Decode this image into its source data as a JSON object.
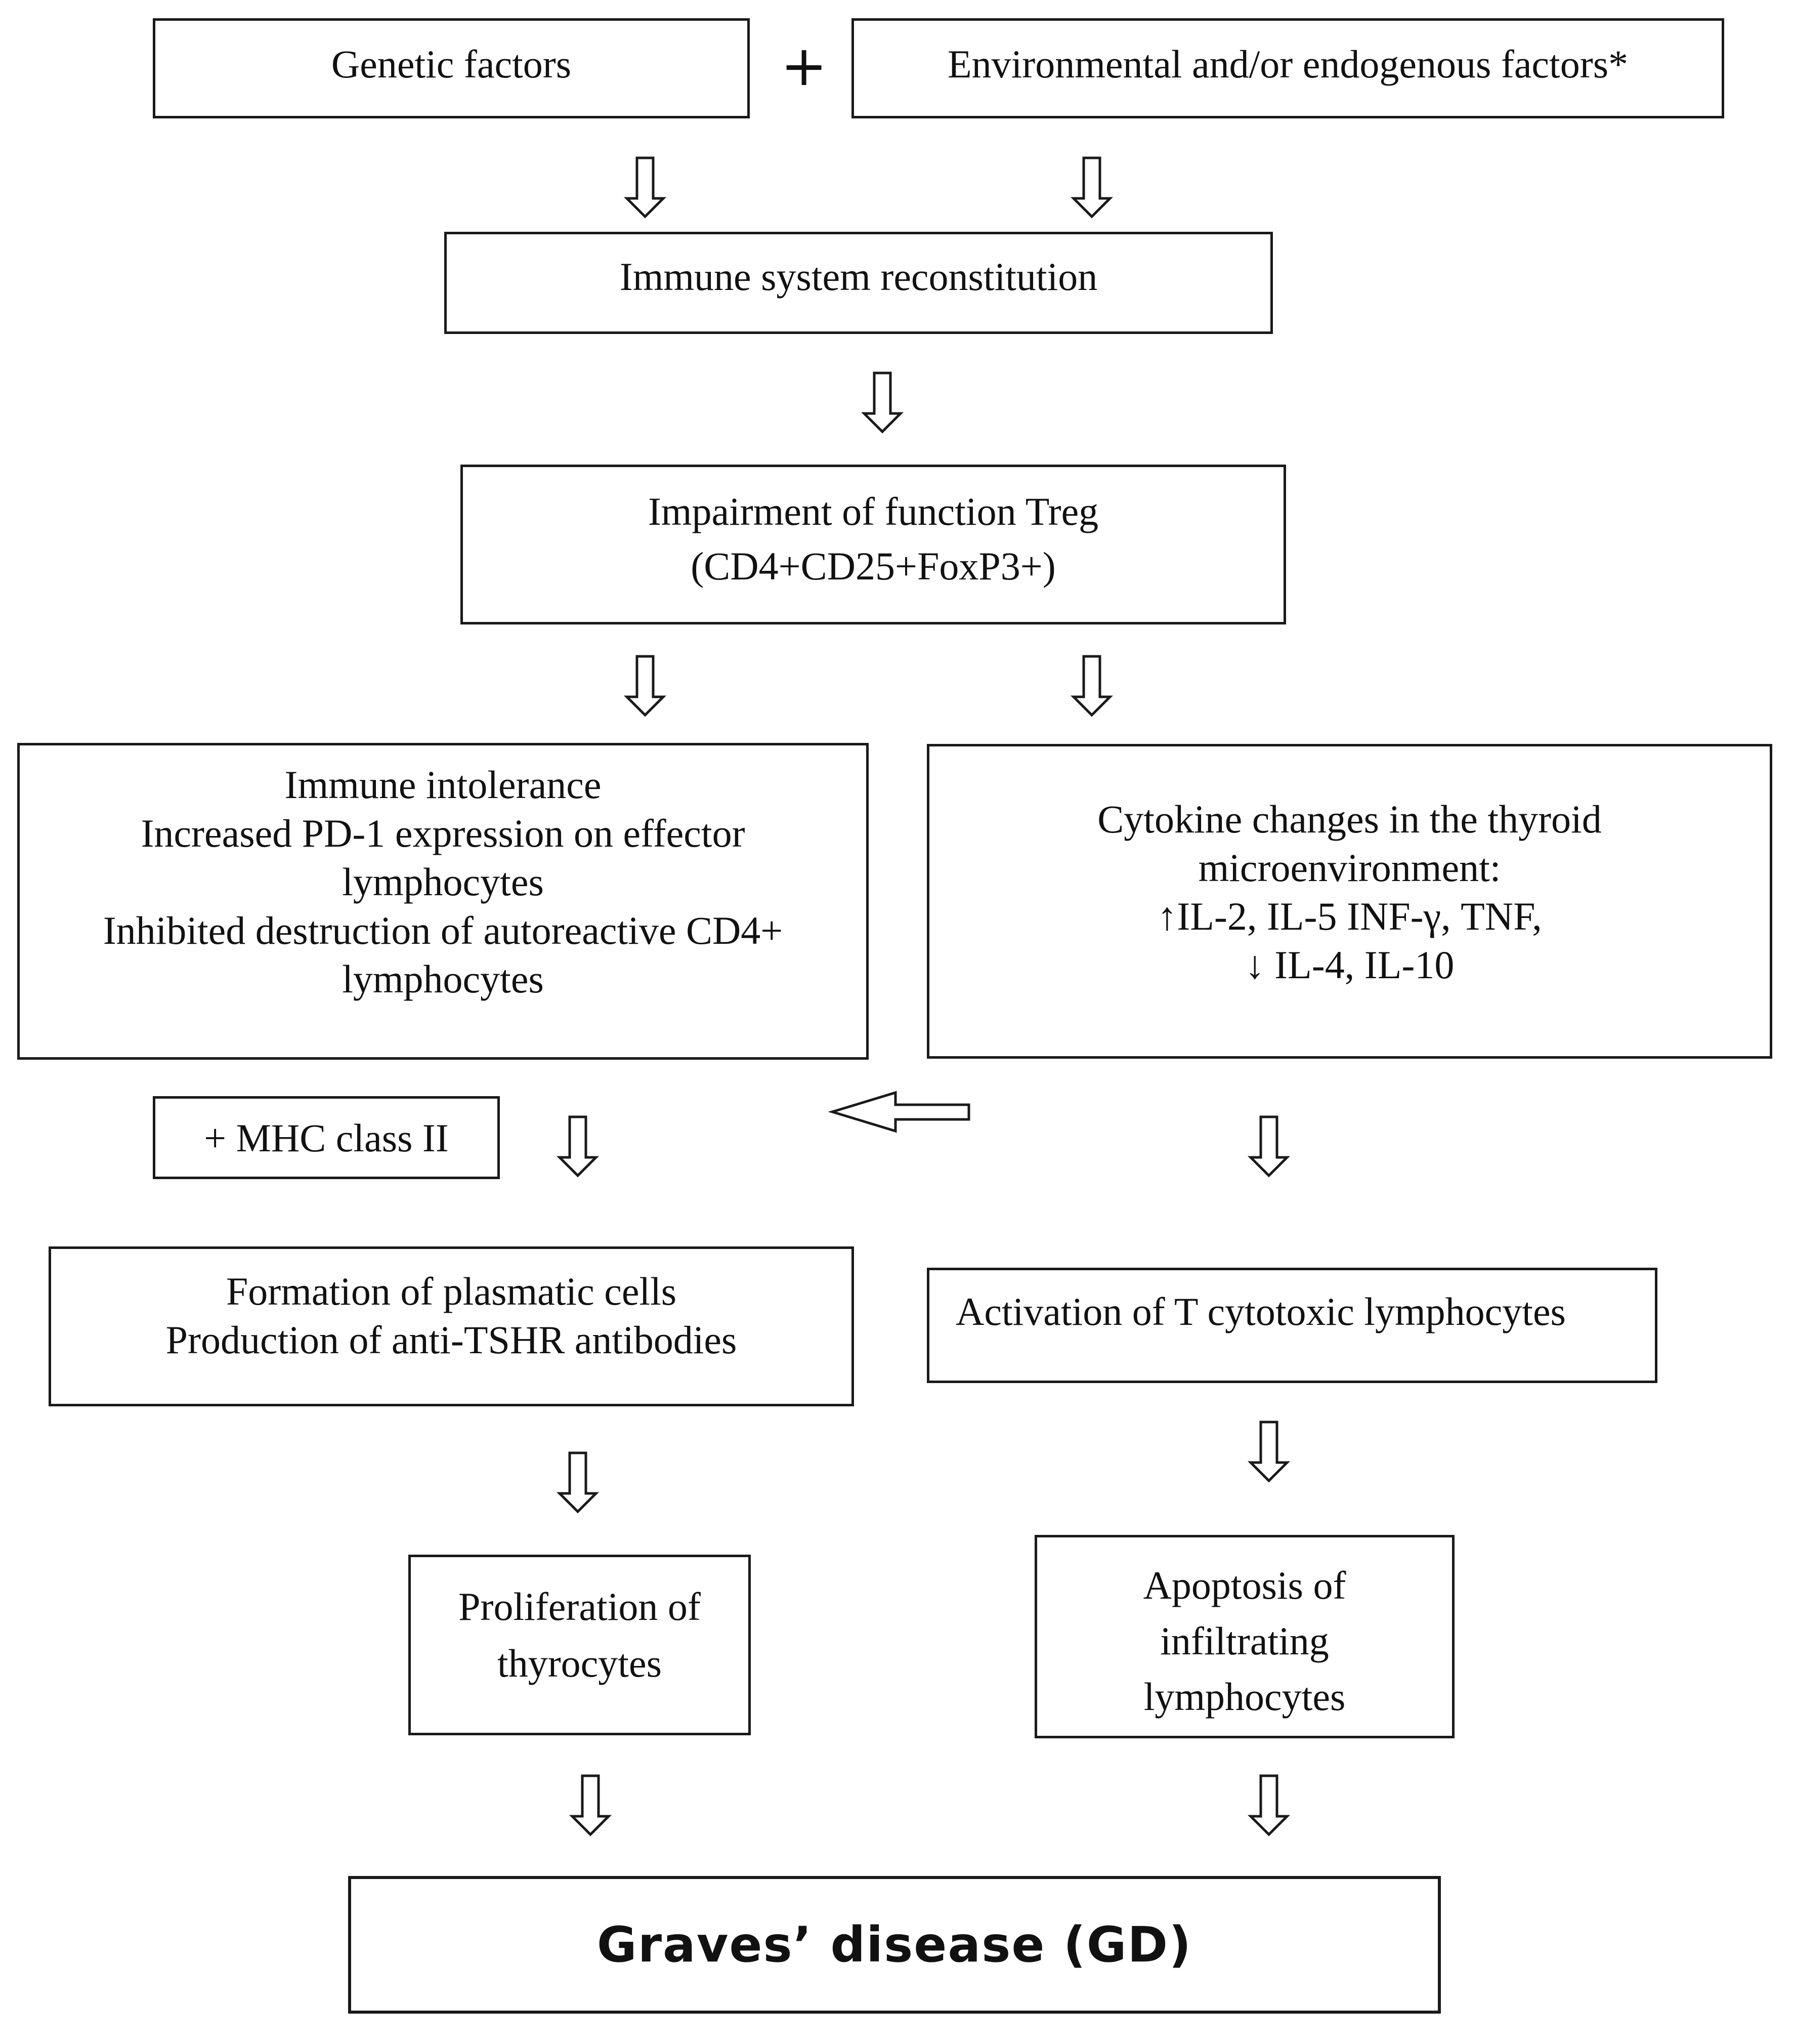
{
  "diagram": {
    "top": {
      "genetic": [
        "Genetic factors"
      ],
      "plus": "+",
      "environmental": [
        "Environmental and/or endogenous factors*"
      ]
    },
    "reconstitution": [
      "Immune system reconstitution"
    ],
    "treg": [
      "Impairment of function Treg",
      "(CD4+CD25+FoxP3+)"
    ],
    "intolerance": [
      "Immune intolerance",
      "Increased PD-1 expression on effector",
      "lymphocytes",
      "Inhibited destruction of autoreactive CD4+",
      "lymphocytes"
    ],
    "cytokine": [
      "Cytokine changes in the thyroid",
      "microenvironment:",
      "↑IL-2, IL-5 INF-γ, TNF,",
      "↓ IL-4, IL-10"
    ],
    "mhc": [
      "+ MHC class II"
    ],
    "plasmatic": [
      "Formation of plasmatic cells",
      "Production of anti-TSHR antibodies"
    ],
    "cytotoxic": [
      "Activation of  T cytotoxic lymphocytes"
    ],
    "proliferation": [
      "Proliferation of",
      "thyrocytes"
    ],
    "apoptosis": [
      "Apoptosis of",
      "infiltrating",
      "lymphocytes"
    ],
    "final": [
      "Graves’ disease (GD)"
    ]
  }
}
